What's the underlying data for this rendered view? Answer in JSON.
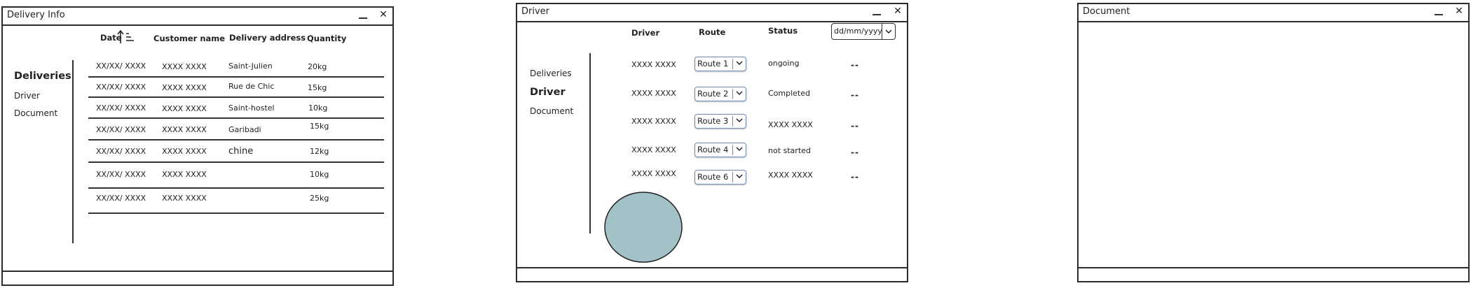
{
  "window1": {
    "title": "Delivery Info",
    "close_glyph": "✕",
    "nav": [
      "Deliveries",
      "Driver",
      "Document"
    ],
    "columns": [
      "Date",
      "Customer name",
      "Delivery address",
      "Quantity"
    ],
    "rows": [
      {
        "date": "XX/XX/ XXXX",
        "customer": "XXXX XXXX",
        "address": "Saint-Julien",
        "quantity": "20kg"
      },
      {
        "date": "XX/XX/ XXXX",
        "customer": "XXXX XXXX",
        "address": "Rue de Chic",
        "quantity": "15kg"
      },
      {
        "date": "XX/XX/ XXXX",
        "customer": "XXXX XXXX",
        "address": "Saint-hostel",
        "quantity": "10kg"
      },
      {
        "date": "XX/XX/ XXXX",
        "customer": "XXXX XXXX",
        "address": "Garibadi",
        "quantity": "15kg"
      },
      {
        "date": "XX/XX/ XXXX",
        "customer": "XXXX XXXX",
        "address": "chine",
        "quantity": "12kg"
      },
      {
        "date": "XX/XX/ XXXX",
        "customer": "XXXX XXXX",
        "address": "",
        "quantity": "10kg"
      },
      {
        "date": "XX/XX/ XXXX",
        "customer": "XXXX XXXX",
        "address": "",
        "quantity": "25kg"
      }
    ]
  },
  "window2": {
    "title": "Driver",
    "close_glyph": "✕",
    "nav": [
      "Deliveries",
      "Driver",
      "Document"
    ],
    "columns": [
      "Driver",
      "Route",
      "Status"
    ],
    "date_placeholder": "dd/mm/yyyy",
    "rows": [
      {
        "driver": "XXXX XXXX",
        "route": "Route 1",
        "status": "ongoing",
        "extra": "--"
      },
      {
        "driver": "XXXX XXXX",
        "route": "Route 2",
        "status": "Completed",
        "extra": "--"
      },
      {
        "driver": "XXXX XXXX",
        "route": "Route 3",
        "status": "XXXX XXXX",
        "extra": "--"
      },
      {
        "driver": "XXXX XXXX",
        "route": "Route 4",
        "status": "not started",
        "extra": "--"
      },
      {
        "driver": "XXXX XXXX",
        "route": "Route 6",
        "status": "XXXX XXXX",
        "extra": "--"
      }
    ],
    "circle_color": "#a3c2c7"
  },
  "window3": {
    "title": "Document",
    "close_glyph": "✕"
  }
}
